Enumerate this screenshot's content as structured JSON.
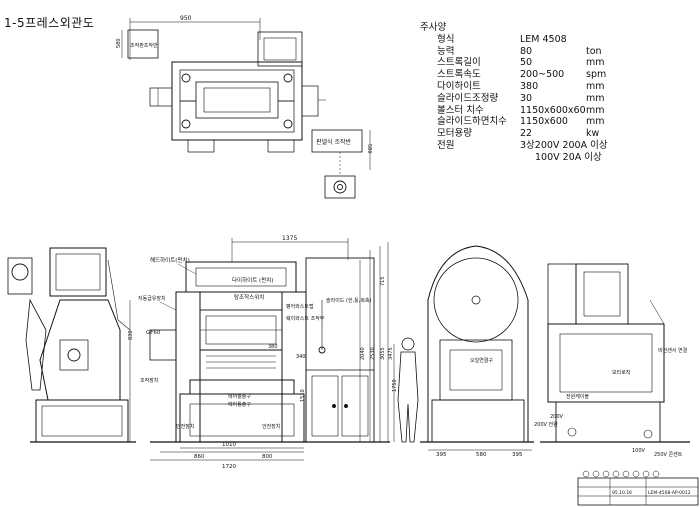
{
  "title": "1-5프레스외관도",
  "spec": {
    "header": "주사양",
    "rows": [
      {
        "label": "형식",
        "value": "LEM 4508",
        "unit": ""
      },
      {
        "label": "능력",
        "value": "80",
        "unit": "ton"
      },
      {
        "label": "스트록길이",
        "value": "50",
        "unit": "mm"
      },
      {
        "label": "스트록속도",
        "value": "200~500",
        "unit": "spm"
      },
      {
        "label": "다이하이트",
        "value": "380",
        "unit": "mm"
      },
      {
        "label": "슬라이드조정량",
        "value": "30",
        "unit": "mm"
      },
      {
        "label": "볼스터 치수",
        "value": "1150x600x60",
        "unit": "mm"
      },
      {
        "label": "슬라이드하면치수",
        "value": "1150x600",
        "unit": "mm"
      },
      {
        "label": "모터용량",
        "value": "22",
        "unit": "kw"
      },
      {
        "label": "전원",
        "value": "3상200V 200A 이상",
        "unit": ""
      }
    ],
    "extra": "100V 20A 이상"
  },
  "top_view": {
    "dim_top": "950",
    "dim_left": "580",
    "label_control": "조작판조작반",
    "label_panel": "판넬식 조작반",
    "dim_panel": "580"
  },
  "front_view": {
    "dim_total_top": "1375",
    "label_crank": "해드하이트(펀치)",
    "label_die": "다이하이트 (펀치)",
    "label_switch": "탐조작스위치",
    "label_balancer": "평어와스트랩",
    "label_counter": "웨이와스트 조작부",
    "label_slide": "슬라이드 (한,틀,복축)",
    "label_lube": "자동급유장치",
    "label_gauge": "GF60",
    "label_operate": "조작장치",
    "label_air": "에어틀출구",
    "label_air2": "에어틀출구",
    "label_safety1": "안전장치",
    "label_safety2": "안전장치",
    "dim_860": "860",
    "dim_800": "800",
    "dim_1010": "1010",
    "dim_1720": "1720",
    "dim_830": "830",
    "dim_380": "380",
    "dim_340": "340",
    "dim_1510": "1510",
    "dim_2040": "2040",
    "dim_2530": "2530",
    "dim_3055": "3055",
    "dim_3475": "3475",
    "dim_715": "715",
    "dim_1750": "1750"
  },
  "side_view": {
    "label_oil": "오일연결구",
    "label_motor": "모터로직",
    "label_cable": "전원케이블",
    "label_200v": "200V",
    "label_200v2": "200V 전원",
    "label_100v": "100V",
    "label_250v": "250V 콘센트",
    "dim_395a": "395",
    "dim_580": "580",
    "dim_395b": "395",
    "label_vision": "비전센서 연결"
  },
  "title_block": {
    "code": "LEM-4508-AP-0012",
    "date": "95.10.16"
  }
}
